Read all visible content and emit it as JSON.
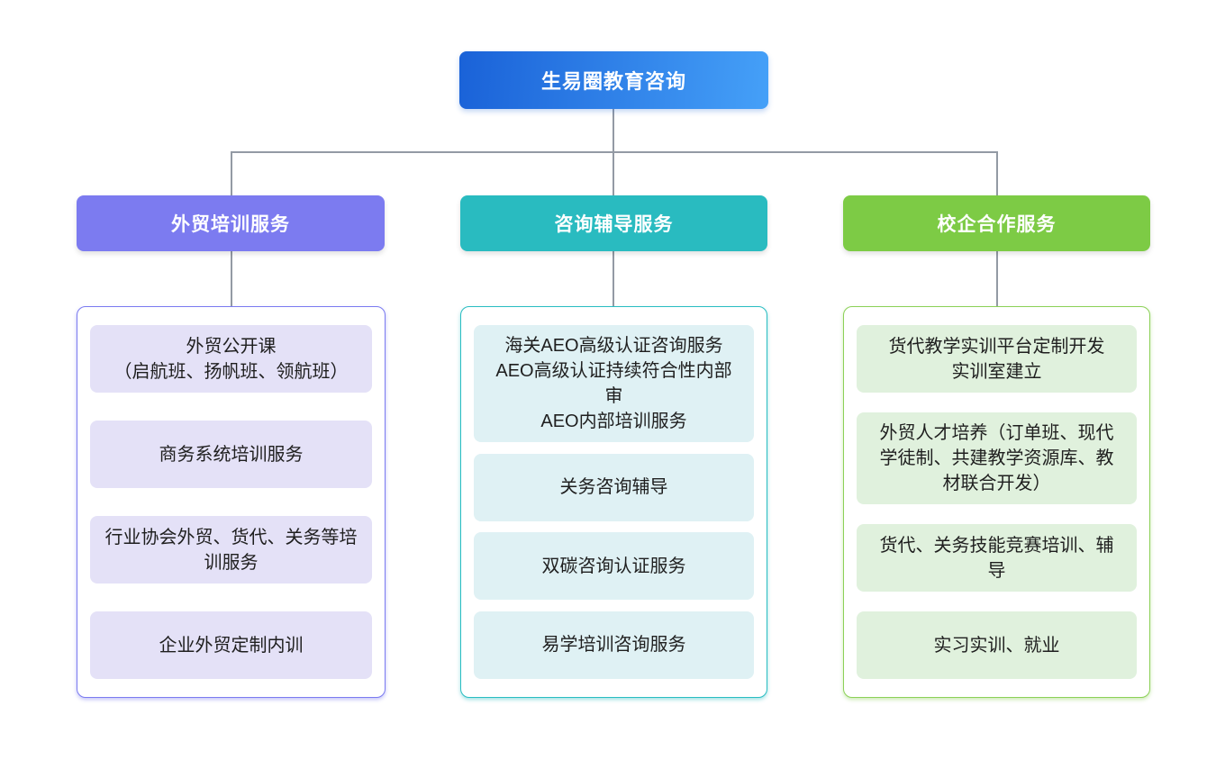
{
  "root": {
    "label": "生易圈教育咨询",
    "gradient_from": "#1a62d8",
    "gradient_to": "#45a0f8"
  },
  "connector_color": "#939aa4",
  "branches": [
    {
      "label": "外贸培训服务",
      "header_color": "#7c7bf0",
      "border_color": "#7b7bf0",
      "item_bg": "#e4e1f7",
      "items": [
        "外贸公开课\n（启航班、扬帆班、领航班）",
        "商务系统培训服务",
        "行业协会外贸、货代、关务等培训服务",
        "企业外贸定制内训"
      ]
    },
    {
      "label": "咨询辅导服务",
      "header_color": "#29bbc0",
      "border_color": "#2abdc2",
      "item_bg": "#dff1f4",
      "items": [
        "海关AEO高级认证咨询服务\nAEO高级认证持续符合性内部审\nAEO内部培训服务",
        "关务咨询辅导",
        "双碳咨询认证服务",
        "易学培训咨询服务"
      ]
    },
    {
      "label": "校企合作服务",
      "header_color": "#7dcb45",
      "border_color": "#8cd158",
      "item_bg": "#e0f1dd",
      "items": [
        "货代教学实训平台定制开发\n实训室建立",
        "外贸人才培养（订单班、现代学徒制、共建教学资源库、教材联合开发）",
        "货代、关务技能竞赛培训、辅导",
        "实习实训、就业"
      ]
    }
  ]
}
